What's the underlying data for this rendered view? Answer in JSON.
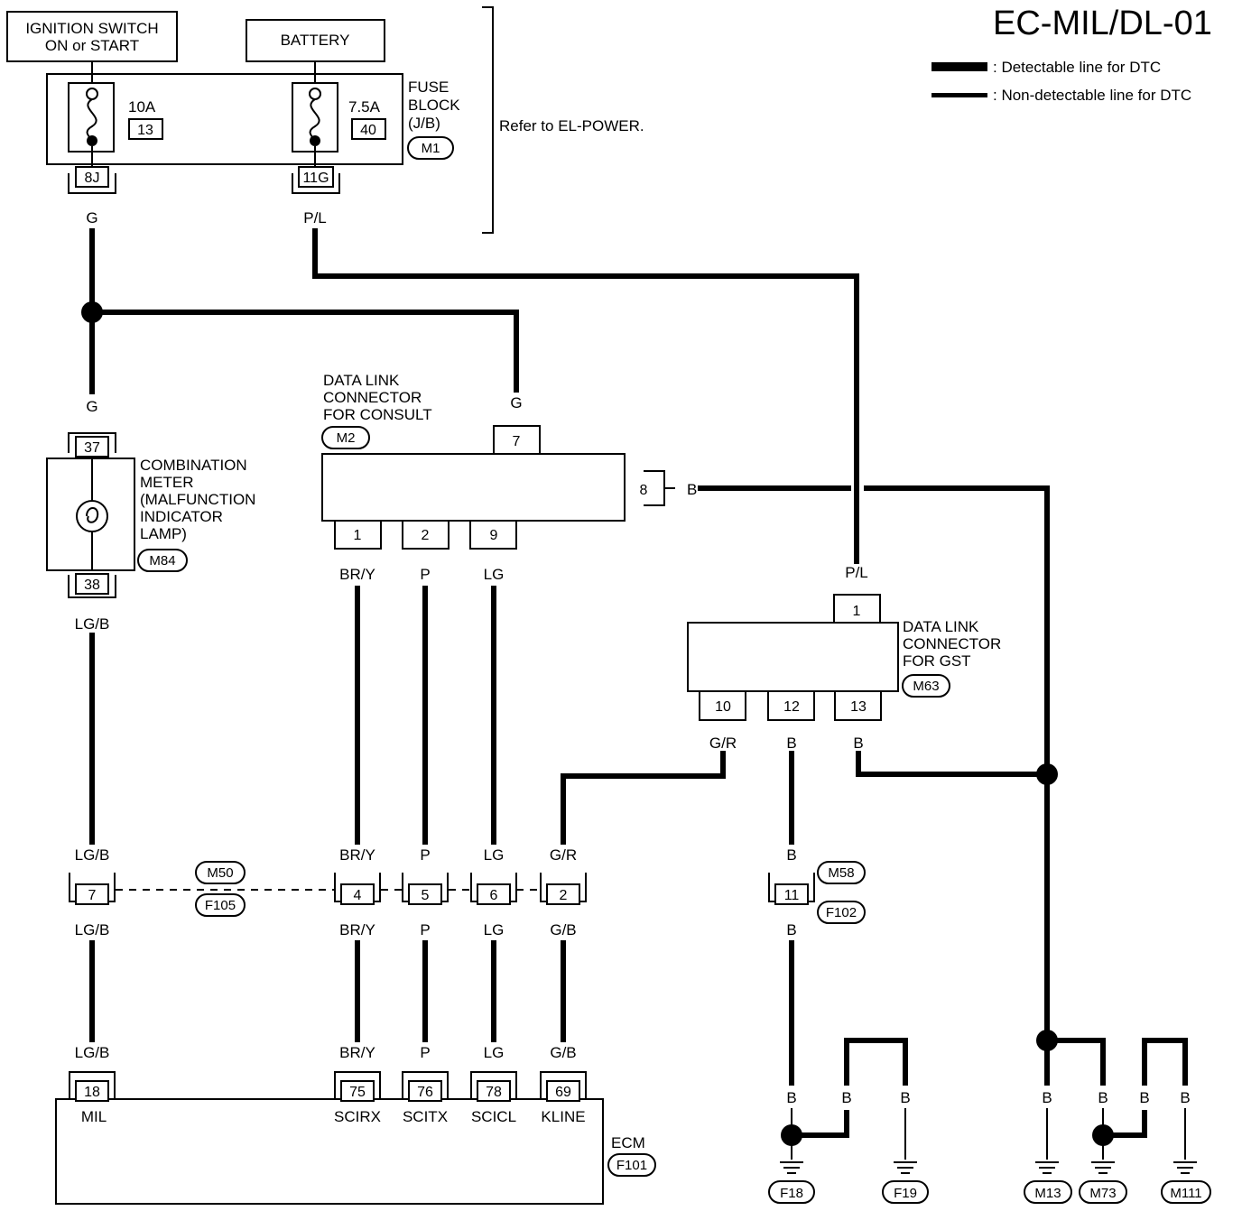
{
  "title": "EC-MIL/DL-01",
  "legend": {
    "detectable": ": Detectable line for DTC",
    "non_detectable": ": Non-detectable line for DTC"
  },
  "power": {
    "ignition_line1": "IGNITION SWITCH",
    "ignition_line2": "ON or START",
    "battery": "BATTERY",
    "fuse1_rating": "10A",
    "fuse1_number": "13",
    "fuse2_rating": "7.5A",
    "fuse2_number": "40",
    "fuse_block_line1": "FUSE",
    "fuse_block_line2": "BLOCK",
    "fuse_block_line3": "(J/B)",
    "fuse_block_connector": "M1",
    "fuse1_pin": "8J",
    "fuse2_pin": "11G",
    "refer": "Refer to EL-POWER."
  },
  "wires": {
    "g": "G",
    "pl": "P/L",
    "lgb": "LG/B",
    "bry": "BR/Y",
    "p": "P",
    "lg": "LG",
    "gr": "G/R",
    "gb": "G/B",
    "b": "B"
  },
  "combination_meter": {
    "line1": "COMBINATION",
    "line2": "METER",
    "line3": "(MALFUNCTION",
    "line4": "INDICATOR",
    "line5": "LAMP)",
    "connector": "M84",
    "pin_in": "37",
    "pin_out": "38"
  },
  "dlc_consult": {
    "line1": "DATA LINK",
    "line2": "CONNECTOR",
    "line3": "FOR CONSULT",
    "connector": "M2",
    "pin7": "7",
    "pin8": "8",
    "pin1": "1",
    "pin2": "2",
    "pin9": "9"
  },
  "dlc_gst": {
    "line1": "DATA LINK",
    "line2": "CONNECTOR",
    "line3": "FOR GST",
    "connector": "M63",
    "pin1": "1",
    "pin10": "10",
    "pin12": "12",
    "pin13": "13"
  },
  "harness": {
    "m50": "M50",
    "f105": "F105",
    "m58": "M58",
    "f102": "F102",
    "pins": [
      "7",
      "4",
      "5",
      "6",
      "2",
      "11"
    ]
  },
  "ecm": {
    "name": "ECM",
    "connector": "F101",
    "pins": [
      "18",
      "75",
      "76",
      "78",
      "69"
    ],
    "terminals": [
      "MIL",
      "SCIRX",
      "SCITX",
      "SCICL",
      "KLINE"
    ]
  },
  "grounds": [
    "F18",
    "F19",
    "M13",
    "M73",
    "M111"
  ]
}
